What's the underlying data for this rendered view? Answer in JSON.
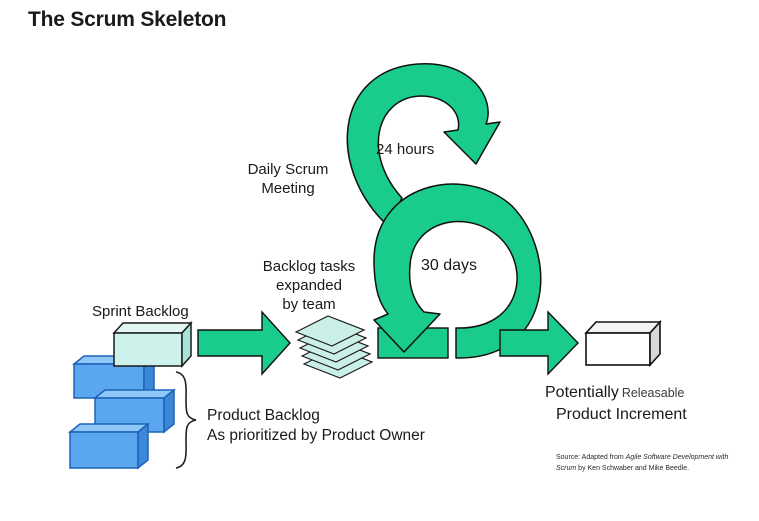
{
  "slide": {
    "title": "The Scrum Skeleton"
  },
  "labels": {
    "daily_scrum": [
      "Daily Scrum",
      "Meeting"
    ],
    "twenty_four_hours": "24 hours",
    "backlog_tasks": [
      "Backlog tasks",
      "expanded",
      "by team"
    ],
    "thirty_days": "30 days",
    "sprint_backlog": "Sprint Backlog",
    "product_backlog": [
      "Product Backlog",
      "As prioritized by Product Owner"
    ],
    "increment_line1": "Potentially",
    "increment_overlay": "Releasable",
    "increment_line2": "Product Increment"
  },
  "source": {
    "prefix": "Source: Adapted from ",
    "italic": "Agile Software Development with Scrum",
    "suffix": " by Ken Schwaber and Mike Beedle."
  },
  "colors": {
    "green": "#19cc8c",
    "green_outline": "#0a0a0a",
    "sprint_box": "#cdf2ec",
    "product_box": "#5aa7ef",
    "product_box_outline": "#1d63b8",
    "increment_box": "#ffffff"
  }
}
